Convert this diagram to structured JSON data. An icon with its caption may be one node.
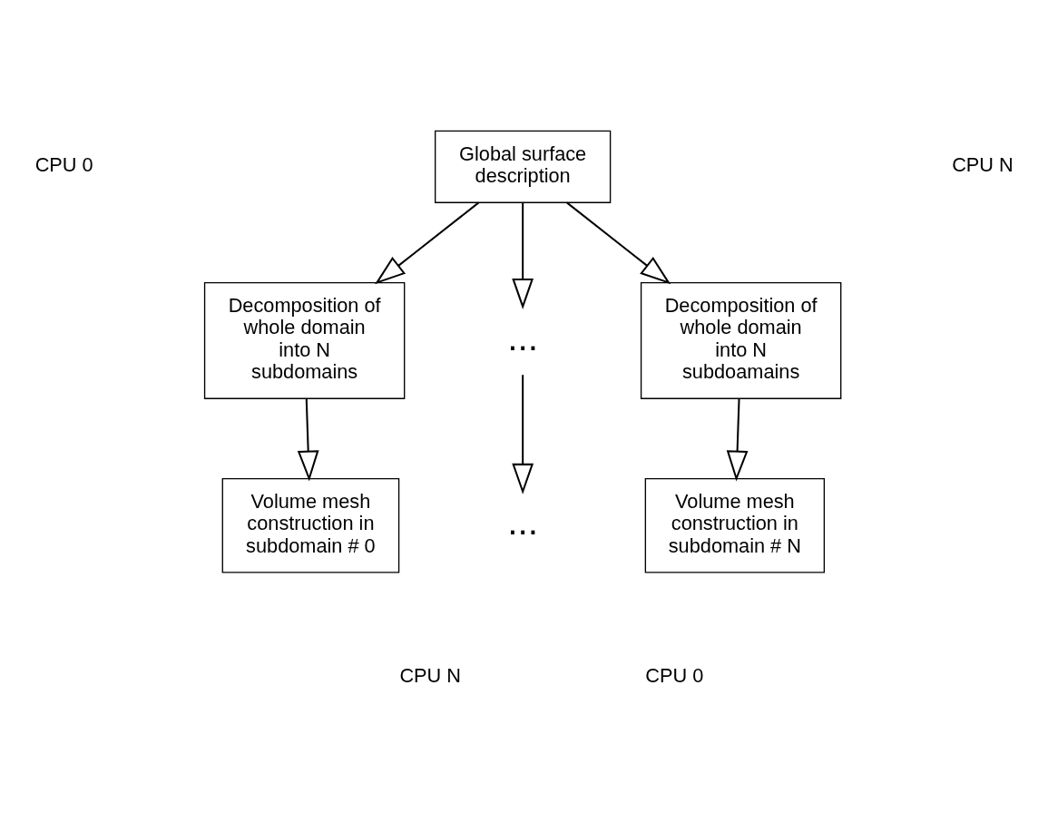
{
  "diagram": {
    "nodes": [
      {
        "text": [
          "Global surface description"
        ]
      },
      {
        "text": [
          "Decomposition of whole domain into N subdomains"
        ]
      },
      {
        "text": [
          "..."
        ]
      },
      {
        "text": [
          "Decomposition of whole domain into N subdoamains"
        ]
      },
      {
        "text": [
          "Volume mesh construction in subdomain # 0"
        ]
      },
      {
        "text": [
          "..."
        ]
      },
      {
        "text": [
          "Volume mesh construction in subdomain # N"
        ]
      }
    ],
    "edges": [
      {
        "from": 0,
        "to": 1,
        "arrow": "to"
      },
      {
        "from": 0,
        "to": 2,
        "arrow": "to"
      },
      {
        "from": 0,
        "to": 3,
        "arrow": "to"
      },
      {
        "from": 1,
        "to": 4,
        "arrow": "to"
      },
      {
        "from": 2,
        "to": 5,
        "arrow": "to"
      },
      {
        "from": 3,
        "to": 6,
        "arrow": "to"
      }
    ],
    "labels": [
      "CPU 0",
      "CPU N",
      "CPU N",
      "CPU 0"
    ]
  }
}
